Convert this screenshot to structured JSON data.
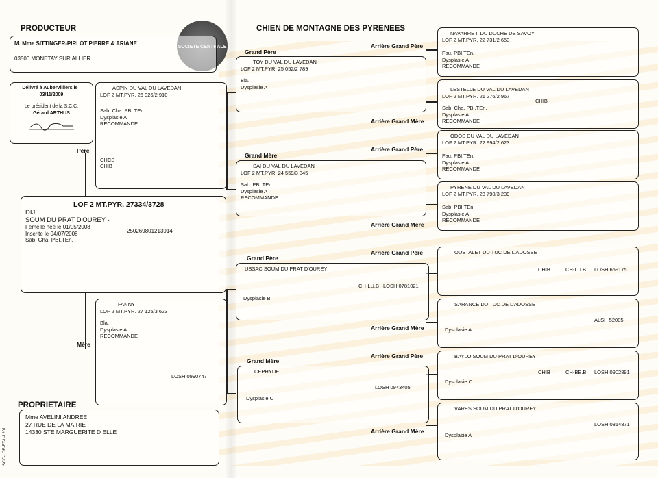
{
  "headers": {
    "producteur": "PRODUCTEUR",
    "title": "CHIEN DE MONTAGNE DES PYRENEES",
    "proprietaire": "PROPRIETAIRE"
  },
  "labels": {
    "grand_pere": "Grand Père",
    "grand_mere": "Grand Mère",
    "arriere_grand_pere": "Arrière Grand Père",
    "arriere_grand_mere": "Arrière Grand Mère",
    "pere": "Père",
    "mere": "Mère"
  },
  "producer": {
    "name": "M. Mme SITTINGER-PIRLOT PIERRE & ARIANE",
    "city": "03500 MONETAY SUR ALLIER"
  },
  "delivery": {
    "line1": "Délivré à Aubervilliers le :",
    "date": "03/11/2009",
    "line3": "Le président de la S.C.C.",
    "name": "Gérard ARTHUS"
  },
  "dog": {
    "lof": "LOF  2 MT.PYR. 27334/3728",
    "name1": "DIJI",
    "name2": "SOUM DU PRAT D'OUREY -",
    "born": "Femelle née le  01/05/2008",
    "chip": "250269801213914",
    "registered": "Inscrite le 04/07/2008",
    "test": "Sab. Cha. PBI.TEn."
  },
  "pere": {
    "name": "ASPIN  DU VAL DU LAVEDAN",
    "lof": "LOF 2 MT.PYR. 26 026/2 910",
    "l1": "Sab. Cha. PBI.TEn.",
    "l2": "Dysplasie A",
    "l3": "RECOMMANDE",
    "t1": "CHCS",
    "t2": "CHIB"
  },
  "mere": {
    "name": "FANNY",
    "lof": "LOF 2 MT.PYR. 27 125/3 623",
    "l1": "Bla.",
    "l2": "Dysplasie A",
    "l3": "RECOMMANDE",
    "losh": "LOSH 0990747"
  },
  "gp1": {
    "name": "TOY  DU VAL DU LAVEDAN",
    "lof": "LOF 2 MT.PYR. 25 052/2 789",
    "l1": "Bla.",
    "l2": "Dysplasie A"
  },
  "gm1": {
    "name": "SAI  DU VAL DU LAVEDAN",
    "lof": "LOF 2 MT.PYR. 24 559/3 345",
    "l1": "Sab. PBI.TEn.",
    "l2": "Dysplasie A",
    "l3": "RECOMMANDE"
  },
  "gp2": {
    "name": "USSAC SOUM DU PRAT D'OUREY",
    "t1": "CH-LU.B",
    "t2": "LOSH 0781021",
    "l1": "Dysplasie B"
  },
  "gm2": {
    "name": "CEPHYDE",
    "t1": "LOSH 0943405",
    "l1": "Dysplasie C"
  },
  "agp1": {
    "name": "NAVARRE II  DU DUCHE DE SAVOY",
    "lof": "LOF 2 MT.PYR. 22 731/2 653",
    "l1": "Fau. PBI.TEn.",
    "l2": "Dysplasie A",
    "l3": "RECOMMANDE"
  },
  "agm1": {
    "name": "LESTELLE  DU VAL DU LAVEDAN",
    "lof": "LOF 2 MT.PYR. 21 276/2 967",
    "t1": "CHIB",
    "l1": "Sab. Cha. PBI.TEn.",
    "l2": "Dysplasie A",
    "l3": "RECOMMANDE"
  },
  "agp2": {
    "name": "ODOS  DU VAL DU LAVEDAN",
    "lof": "LOF 2 MT.PYR. 22 994/2 623",
    "l1": "Fau. PBI.TEn.",
    "l2": "Dysplasie A",
    "l3": "RECOMMANDE"
  },
  "agm2": {
    "name": "PYRENE  DU VAL DU LAVEDAN",
    "lof": "LOF 2 MT.PYR. 23 790/3 239",
    "l1": "Sab. PBI.TEn.",
    "l2": "Dysplasie A",
    "l3": "RECOMMANDE"
  },
  "agp3": {
    "name": "OUSTALET DU TUC DE L'ADOSSE",
    "t1": "CHIB",
    "t2": "CH-LU.B",
    "t3": "LOSH 659175"
  },
  "agm3": {
    "name": "SARANCE DU TUC DE L'ADOSSE",
    "t1": "ALSH 52005",
    "l1": "Dysplasie A"
  },
  "agp4": {
    "name": "BAYLO SOUM DU PRAT D'OUREY",
    "t1": "CHIB",
    "t2": "CH-BE.B",
    "t3": "LOSH 0902891",
    "l1": "Dysplasie C"
  },
  "agm4": {
    "name": "VARES SOUM DU PRAT D'OUREY",
    "t1": "LOSH 0814871",
    "l1": "Dysplasie A"
  },
  "owner": {
    "l1": "Mme AVELINI ANDREE",
    "l2": "27 RUE DE LA MAIRIE",
    "l3": "14330 STE MARGUERITE D ELLE"
  },
  "seal": {
    "text": "SOCIETE CENTRALE"
  },
  "side": {
    "text": "SCC-LOF-ET-L-1201"
  }
}
